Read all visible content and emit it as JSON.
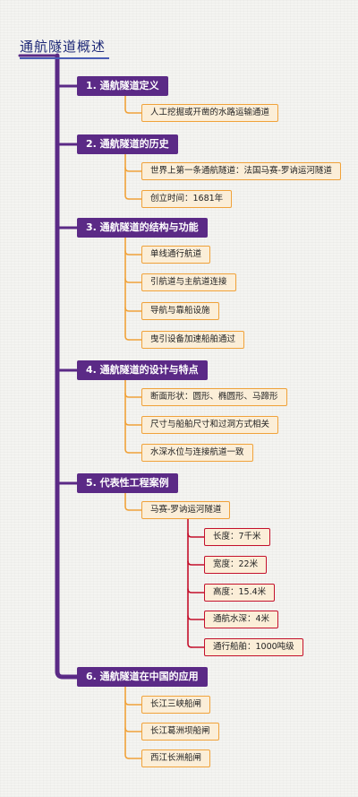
{
  "title": "通航隧道概述",
  "colors": {
    "trunk": "#5b2a86",
    "branch": "#f0a23a",
    "leaf_border": "#c4102c",
    "title_text": "#1f2a78"
  },
  "sections": [
    {
      "label": "1. 通航隧道定义",
      "children": [
        {
          "label": "人工挖掘或开凿的水路运输通道"
        }
      ]
    },
    {
      "label": "2. 通航隧道的历史",
      "children": [
        {
          "label": "世界上第一条通航隧道：法国马赛-罗讷运河隧道"
        },
        {
          "label": "创立时间：1681年"
        }
      ]
    },
    {
      "label": "3. 通航隧道的结构与功能",
      "children": [
        {
          "label": "单线通行航道"
        },
        {
          "label": "引航道与主航道连接"
        },
        {
          "label": "导航与靠船设施"
        },
        {
          "label": "曳引设备加速船舶通过"
        }
      ]
    },
    {
      "label": "4. 通航隧道的设计与特点",
      "children": [
        {
          "label": "断面形状：圆形、椭圆形、马蹄形"
        },
        {
          "label": "尺寸与船舶尺寸和过洞方式相关"
        },
        {
          "label": "水深水位与连接航道一致"
        }
      ]
    },
    {
      "label": "5. 代表性工程案例",
      "children": [
        {
          "label": "马赛-罗讷运河隧道",
          "children": [
            {
              "label": "长度：7千米"
            },
            {
              "label": "宽度：22米"
            },
            {
              "label": "高度：15.4米"
            },
            {
              "label": "通航水深：4米"
            },
            {
              "label": "通行船舶：1000吨级"
            }
          ]
        }
      ]
    },
    {
      "label": "6. 通航隧道在中国的应用",
      "children": [
        {
          "label": "长江三峡船闸"
        },
        {
          "label": "长江葛洲坝船闸"
        },
        {
          "label": "西江长洲船闸"
        }
      ]
    }
  ]
}
